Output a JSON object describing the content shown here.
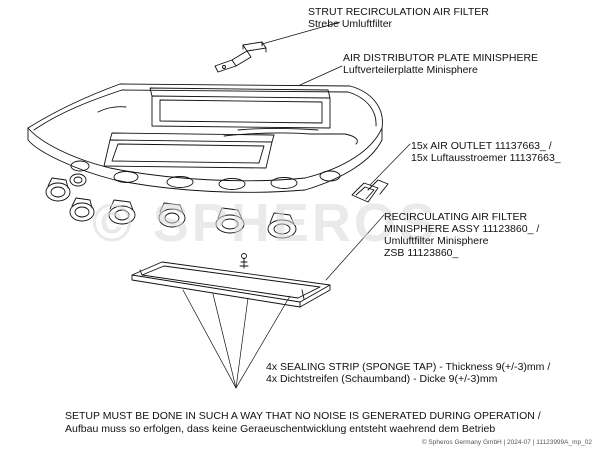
{
  "labels": {
    "strut": [
      "STRUT RECIRCULATION AIR FILTER",
      "Strebe Umluftfilter"
    ],
    "distributor": [
      "AIR DISTRIBUTOR PLATE MINISPHERE",
      "Luftverteilerplatte Minisphere"
    ],
    "outlet": [
      "15x AIR OUTLET 11137663_ /",
      "15x Luftausstroemer 11137663_"
    ],
    "filter": [
      "RECIRCULATING AIR FILTER",
      "MINISPHERE ASSY 11123860_ /",
      "Umluftfilter Minisphere",
      "ZSB 11123860_"
    ],
    "sealing": [
      "4x SEALING STRIP (SPONGE TAP) - Thickness 9(+/-3)mm  /",
      "4x Dichtstreifen (Schaumband) - Dicke 9(+/-3)mm"
    ]
  },
  "footer": [
    "SETUP MUST BE DONE IN SUCH A WAY THAT NO NOISE IS GENERATED DURING OPERATION /",
    "Aufbau muss so erfolgen, dass keine Geraeuschentwicklung entsteht waehrend dem Betrieb"
  ],
  "watermark": "© SPHEROS",
  "copyright": "© Spheros Germany GmbH | 2024-07 | 11123999A_mp_02"
}
